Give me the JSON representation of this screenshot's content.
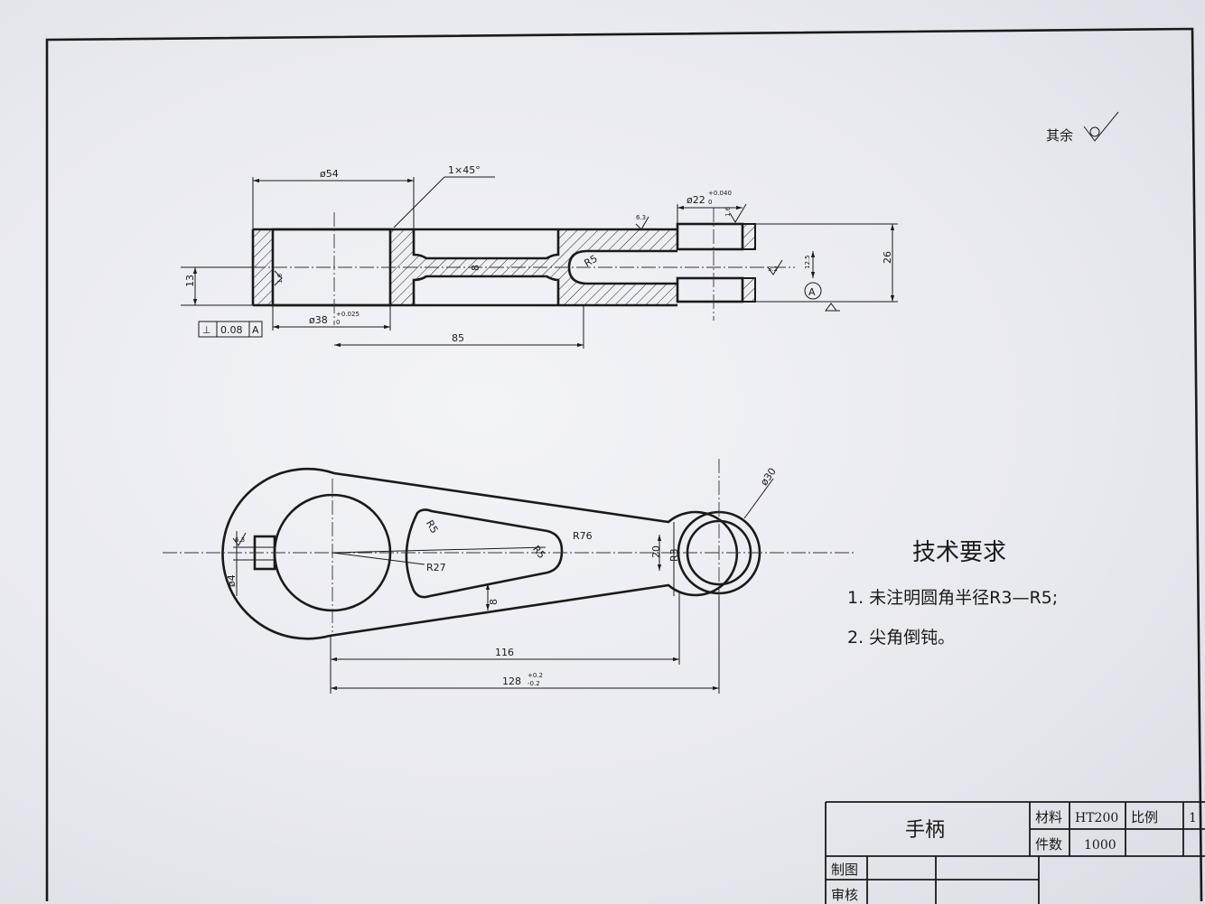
{
  "surface_finish": {
    "label": "其余",
    "symbol": "roughness-symbol"
  },
  "section_view": {
    "dim_d54": "ø54",
    "chamfer": "1×45°",
    "dim_d22": "ø22",
    "dim_d22_tol": "+0.040",
    "dim_d22_tol_low": "0",
    "dim_d38": "ø38",
    "dim_d38_tol": "+0.025",
    "dim_d38_tol_low": "0",
    "dim_85": "85",
    "dim_26": "26",
    "dim_13": "13",
    "dim_8": "8",
    "dim_r5": "R5",
    "rough_63": "6.3",
    "rough_16a": "1.6",
    "rough_16b": "1.6",
    "rough_32": "3.2",
    "rough_125": "12.5",
    "datum": "A",
    "tolerance_frame": {
      "symbol": "⊥",
      "value": "0.08",
      "datum": "A"
    }
  },
  "top_view": {
    "dim_d30": "ø30",
    "dim_r5a": "R5",
    "dim_r5b": "R5",
    "dim_r76": "R76",
    "dim_r27": "R27",
    "dim_20": "20",
    "dim_r3": "R3",
    "dim_8": "8",
    "dim_d4": "ø4",
    "rough_63": "6.3",
    "dim_116": "116",
    "dim_128": "128",
    "dim_128_tol_up": "+0.2",
    "dim_128_tol_low": "-0.2"
  },
  "tech_requirements": {
    "title": "技术要求",
    "items": [
      "1. 未注明圆角半径R3—R5;",
      "2. 尖角倒钝。"
    ]
  },
  "title_block": {
    "part_name": "手柄",
    "material_label": "材料",
    "material_value": "HT200",
    "scale_label": "比例",
    "scale_value": "1",
    "quantity_label": "件数",
    "quantity_value": "1000",
    "drawn_label": "制图",
    "checked_label": "审核"
  }
}
